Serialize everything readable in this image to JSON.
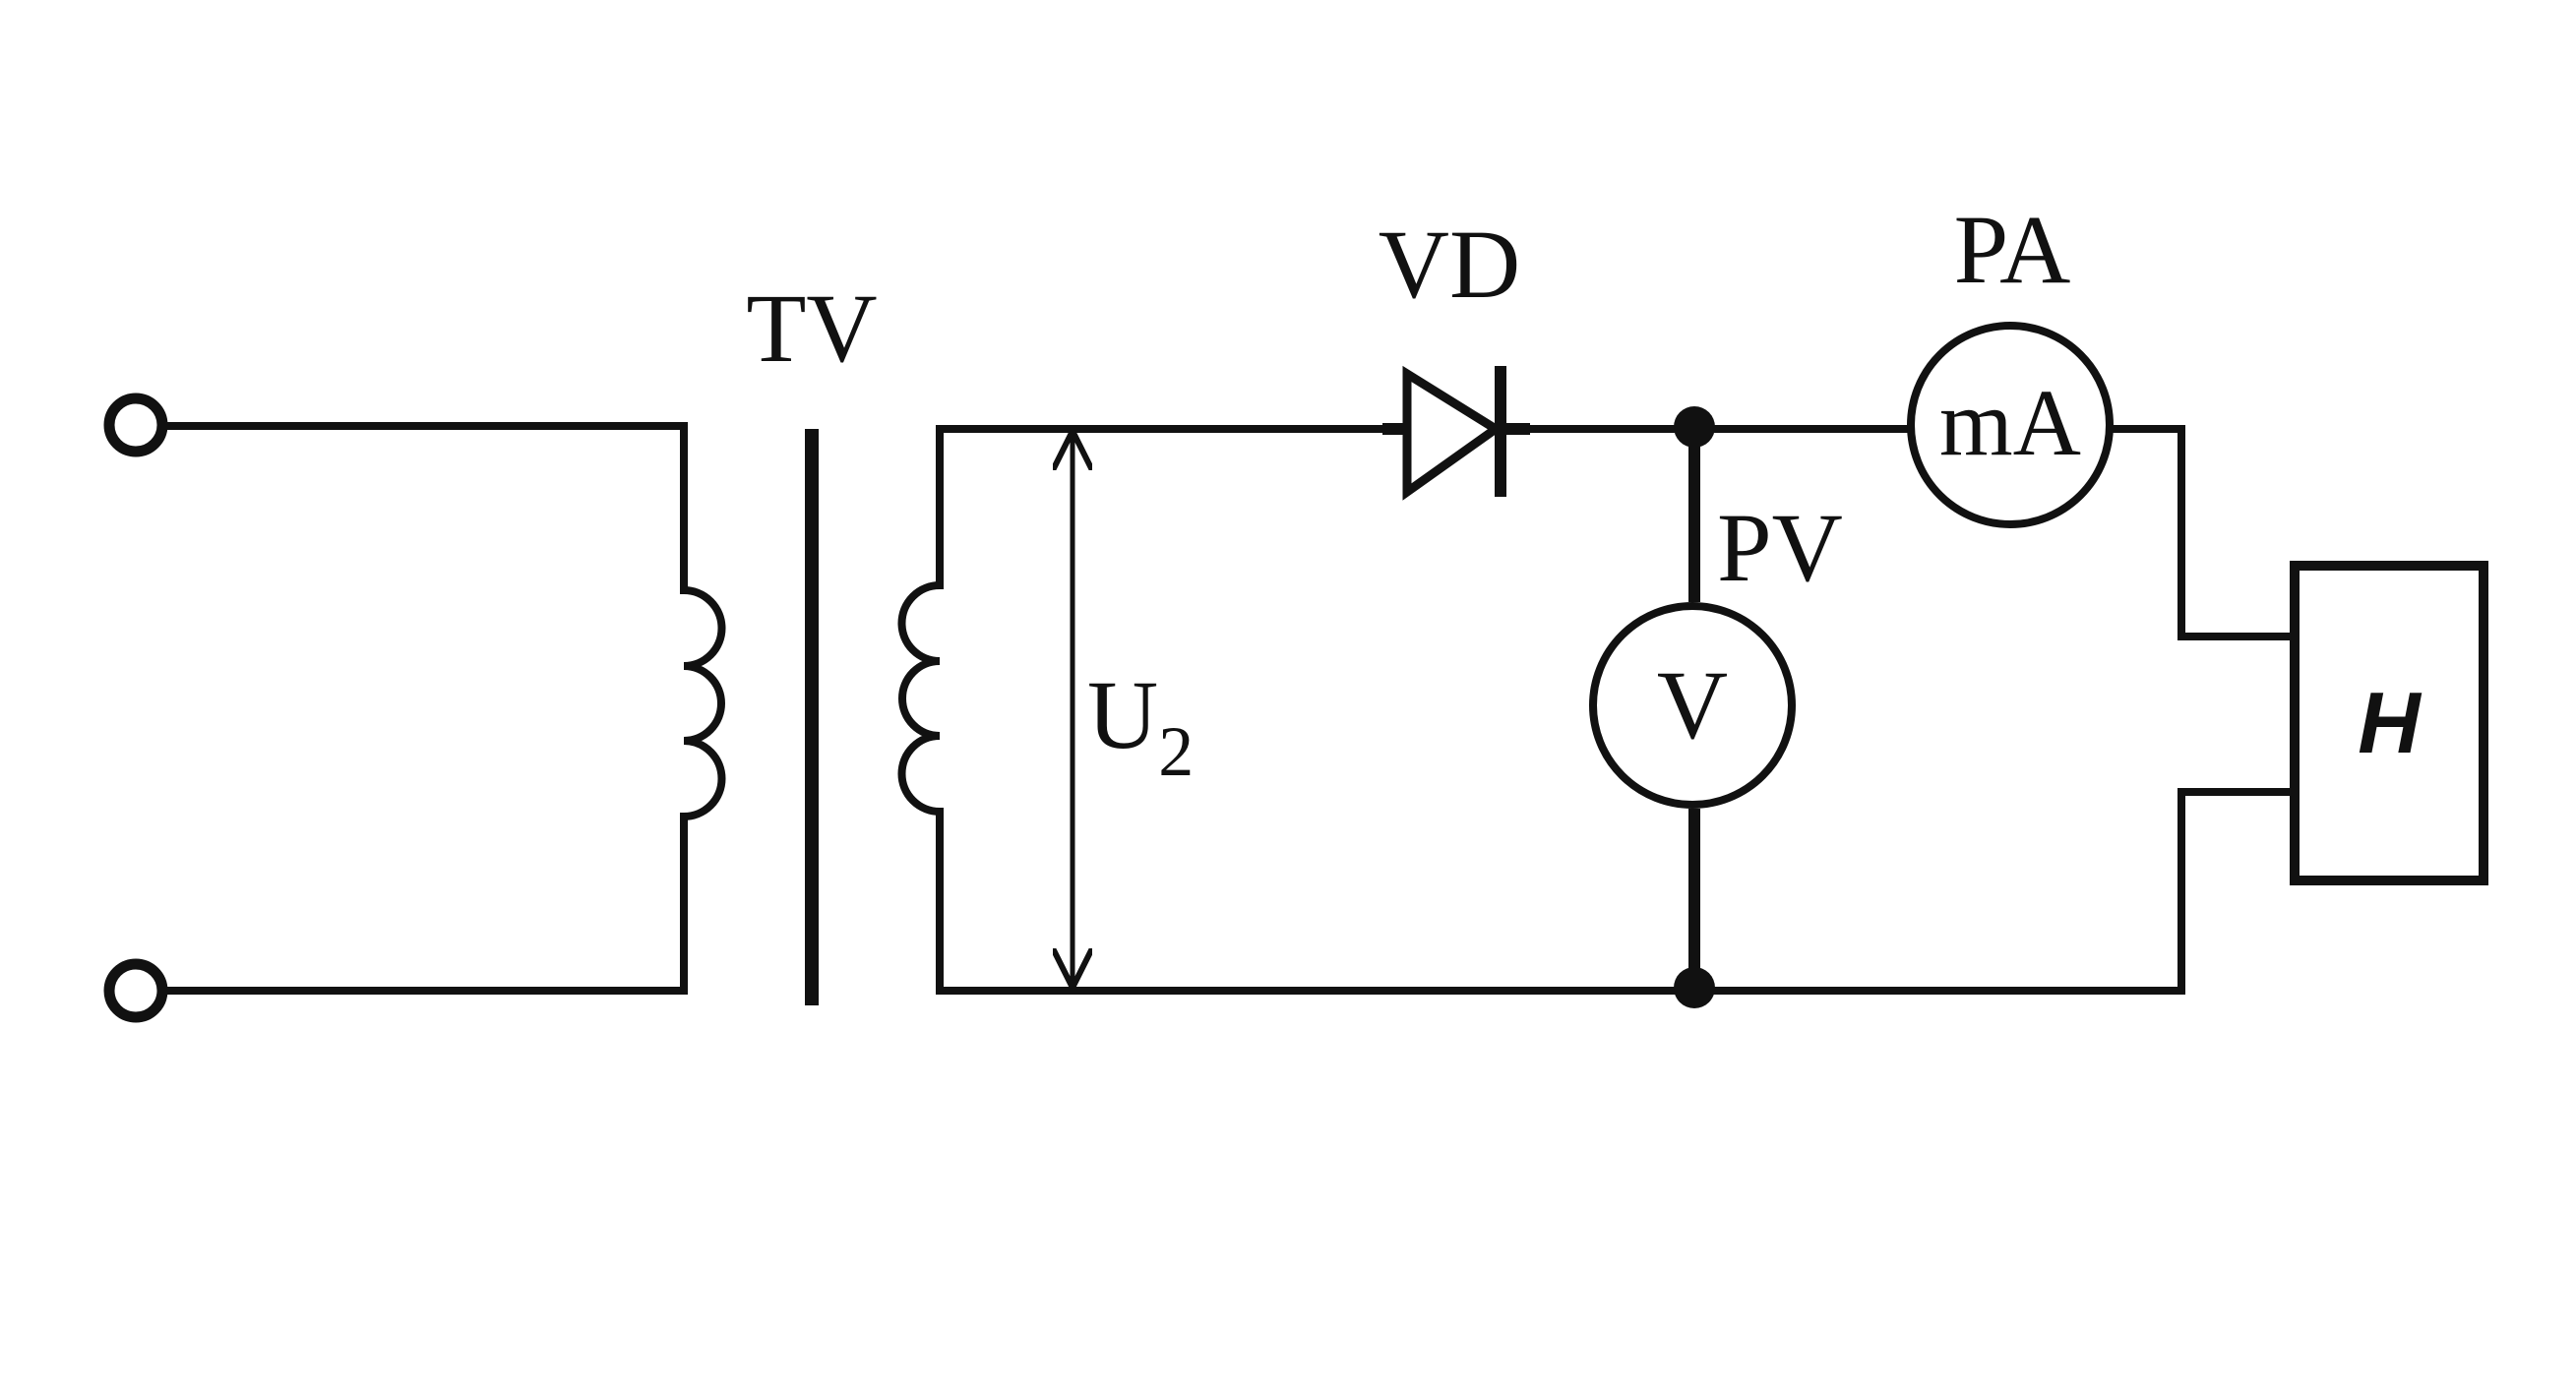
{
  "labels": {
    "transformer": "TV",
    "diode": "VD",
    "ammeter": "PA",
    "voltmeter": "PV",
    "voltage_symbol": "U",
    "voltage_subscript": "2"
  },
  "meters": {
    "ammeter_unit": "mA",
    "voltmeter_unit": "V"
  },
  "load": {
    "label": "H"
  },
  "colors": {
    "ink": "#111111",
    "background": "#ffffff"
  }
}
